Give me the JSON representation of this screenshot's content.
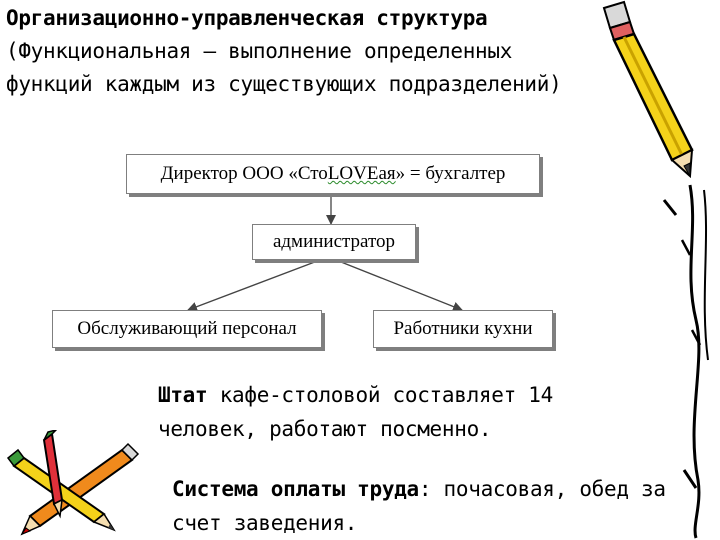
{
  "title": {
    "bold": "Организационно-управленческая структура",
    "rest": " (Функциональная – выполнение определенных функций каждым из существующих подразделений)"
  },
  "diagram": {
    "director": {
      "pre": "Директор ООО «Сто",
      "brand": "LOVEая",
      "post": "» = бухгалтер"
    },
    "admin": "администратор",
    "staff": "Обслуживающий персонал",
    "kitchen": "Работники кухни"
  },
  "staff_text": {
    "bold": "Штат",
    "rest": " кафе-столовой составляет 14 человек, работают посменно."
  },
  "pay_text": {
    "bold": "Система оплаты труда",
    "rest": ": почасовая, обед за счет заведения."
  },
  "icons": [
    "pencil-icon",
    "crossed-pencils-icon"
  ]
}
